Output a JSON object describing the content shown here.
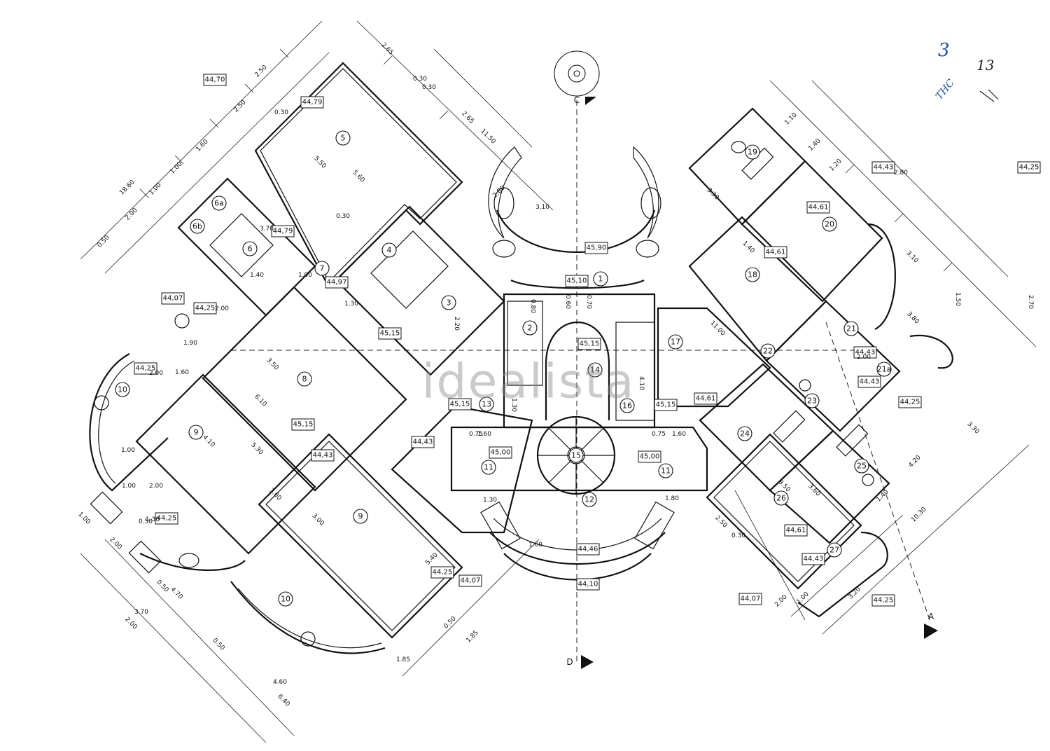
{
  "watermark": "idealista",
  "annotations": {
    "handwritten": "3",
    "handwritten_2": "THC",
    "page_number": "13"
  },
  "section_markers": {
    "top": "C",
    "bottom": "D",
    "right": "A"
  },
  "rooms": [
    "1",
    "2",
    "3",
    "4",
    "5",
    "6",
    "6a",
    "6b",
    "7",
    "8",
    "9",
    "9",
    "10",
    "10",
    "11",
    "11",
    "12",
    "13",
    "14",
    "15",
    "16",
    "17",
    "18",
    "19",
    "20",
    "21",
    "21a",
    "22",
    "23",
    "24",
    "25",
    "26",
    "27"
  ],
  "levels": [
    "44,70",
    "44,79",
    "44,79",
    "44,97",
    "44,07",
    "44,25",
    "45,15",
    "45,15",
    "45,15",
    "44,43",
    "45,15",
    "44,25",
    "44,25",
    "44,43",
    "44,25",
    "44,07",
    "45,90",
    "45,10",
    "45,15",
    "45,00",
    "45,00",
    "44,46",
    "44,10",
    "45,15",
    "44,61",
    "44,25",
    "44,43",
    "44,61",
    "44,61",
    "44,43",
    "44,25",
    "44,43",
    "44,61",
    "44,43",
    "44,07",
    "44,25"
  ],
  "dimensions": [
    "2.65",
    "2.65",
    "11.50",
    "2.50",
    "2.50",
    "1.60",
    "1.00",
    "1.00",
    "2.00",
    "0.50",
    "18.60",
    "0.30",
    "0.30",
    "5.50",
    "5.60",
    "0.30",
    "3.70",
    "0.30",
    "1.40",
    "1.00",
    "2.00",
    "1.90",
    "2.00",
    "1.60",
    "1.30",
    "3.50",
    "6.10",
    "4.10",
    "5.30",
    "3.00",
    "3.00",
    "1.00",
    "1.00",
    "2.00",
    "1.30",
    "0.50",
    "1.00",
    "2.00",
    "0.50",
    "4.70",
    "3.70",
    "2.00",
    "0.50",
    "4.60",
    "6.40",
    "5.40",
    "0.50",
    "1.85",
    "1.85",
    "0.75",
    "0.75",
    "1.60",
    "1.60",
    "1.30",
    "1.80",
    "1.60",
    "2.80",
    "3.10",
    "2.20",
    "1.30",
    "4.10",
    "3.30",
    "1.40",
    "11.00",
    "2.80",
    "3.10",
    "3.80",
    "2.00",
    "1.50",
    "2.70",
    "3.30",
    "3.50",
    "3.60",
    "4.20",
    "1.40",
    "10.30",
    "3.20",
    "2.00",
    "1.00",
    "2.50",
    "0.30",
    "0.60",
    "0.70",
    "0.80",
    "1.10",
    "1.40",
    "1.20"
  ]
}
